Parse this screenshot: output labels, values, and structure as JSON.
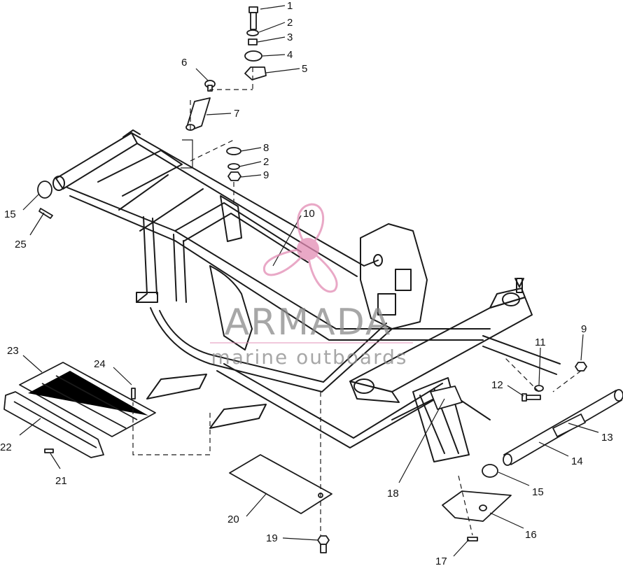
{
  "callouts": [
    {
      "id": "c1",
      "label": "1"
    },
    {
      "id": "c2a",
      "label": "2"
    },
    {
      "id": "c3",
      "label": "3"
    },
    {
      "id": "c4",
      "label": "4"
    },
    {
      "id": "c5",
      "label": "5"
    },
    {
      "id": "c6",
      "label": "6"
    },
    {
      "id": "c7",
      "label": "7"
    },
    {
      "id": "c8",
      "label": "8"
    },
    {
      "id": "c2b",
      "label": "2"
    },
    {
      "id": "c9a",
      "label": "9"
    },
    {
      "id": "c10",
      "label": "10"
    },
    {
      "id": "c15a",
      "label": "15"
    },
    {
      "id": "c25",
      "label": "25"
    },
    {
      "id": "c9b",
      "label": "9"
    },
    {
      "id": "c11",
      "label": "11"
    },
    {
      "id": "c12",
      "label": "12"
    },
    {
      "id": "c13",
      "label": "13"
    },
    {
      "id": "c14",
      "label": "14"
    },
    {
      "id": "c15b",
      "label": "15"
    },
    {
      "id": "c16",
      "label": "16"
    },
    {
      "id": "c17",
      "label": "17"
    },
    {
      "id": "c18",
      "label": "18"
    },
    {
      "id": "c19",
      "label": "19"
    },
    {
      "id": "c20",
      "label": "20"
    },
    {
      "id": "c21",
      "label": "21"
    },
    {
      "id": "c22",
      "label": "22"
    },
    {
      "id": "c23",
      "label": "23"
    },
    {
      "id": "c24",
      "label": "24"
    }
  ],
  "watermark": {
    "brand": "ARMADA",
    "tagline": "marine outboards",
    "logo_icon": "propeller-logo-icon",
    "color": "#e28bb4",
    "text_color": "#8a8a8a"
  }
}
